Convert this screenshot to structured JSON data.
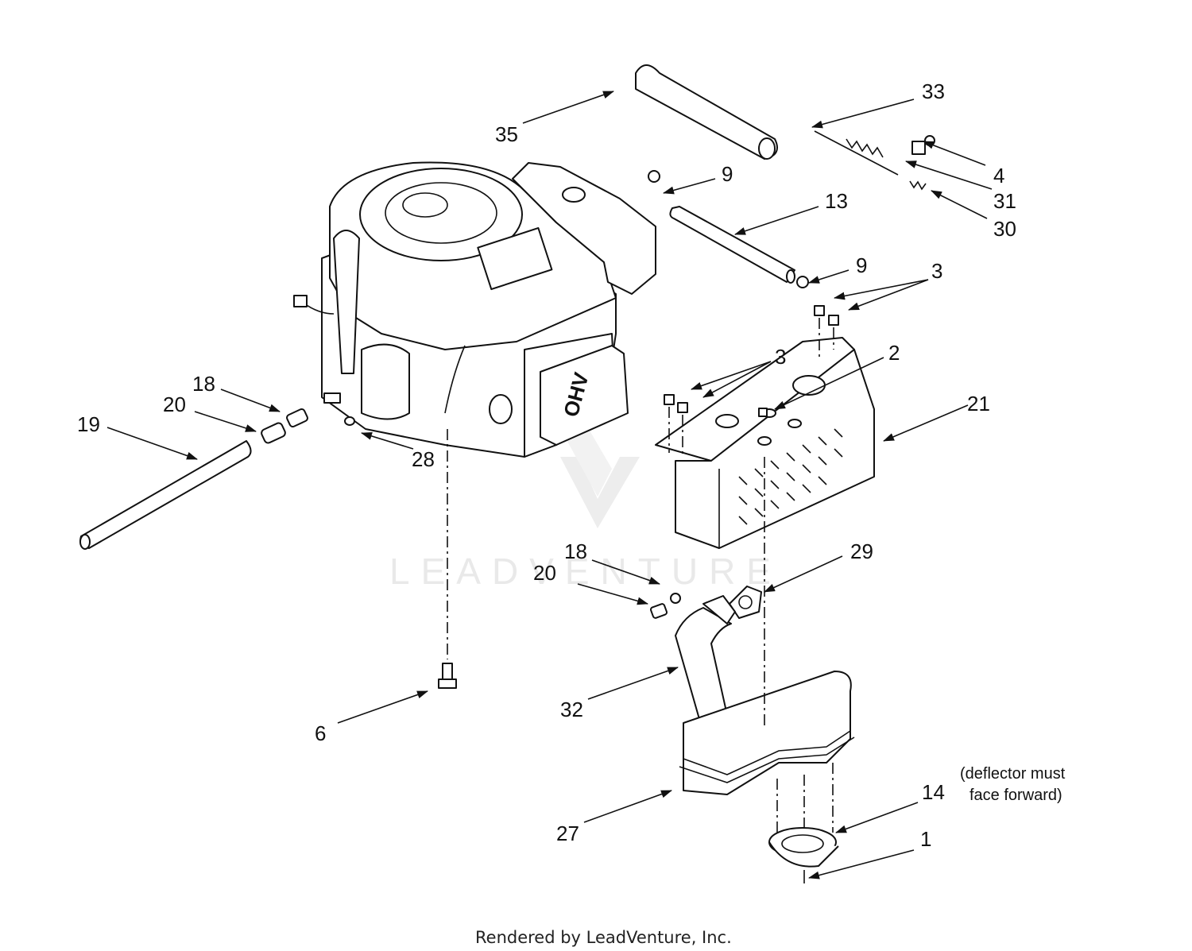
{
  "diagram": {
    "callouts": [
      {
        "id": "c35",
        "label": "35"
      },
      {
        "id": "c33",
        "label": "33"
      },
      {
        "id": "c4",
        "label": "4"
      },
      {
        "id": "c31",
        "label": "31"
      },
      {
        "id": "c30",
        "label": "30"
      },
      {
        "id": "c9a",
        "label": "9"
      },
      {
        "id": "c13",
        "label": "13"
      },
      {
        "id": "c9b",
        "label": "9"
      },
      {
        "id": "c3a",
        "label": "3"
      },
      {
        "id": "c3b",
        "label": "3"
      },
      {
        "id": "c2",
        "label": "2"
      },
      {
        "id": "c21",
        "label": "21"
      },
      {
        "id": "c18a",
        "label": "18"
      },
      {
        "id": "c20a",
        "label": "20"
      },
      {
        "id": "c19",
        "label": "19"
      },
      {
        "id": "c28",
        "label": "28"
      },
      {
        "id": "c18b",
        "label": "18"
      },
      {
        "id": "c20b",
        "label": "20"
      },
      {
        "id": "c29",
        "label": "29"
      },
      {
        "id": "c32",
        "label": "32"
      },
      {
        "id": "c6",
        "label": "6"
      },
      {
        "id": "c27",
        "label": "27"
      },
      {
        "id": "c14",
        "label": "14"
      },
      {
        "id": "c1",
        "label": "1"
      }
    ],
    "engine_badge": "OHV",
    "note_lines": [
      "(deflector must",
      "face forward)"
    ],
    "watermark": "LEADVENTURE",
    "footer": "Rendered by LeadVenture, Inc."
  }
}
